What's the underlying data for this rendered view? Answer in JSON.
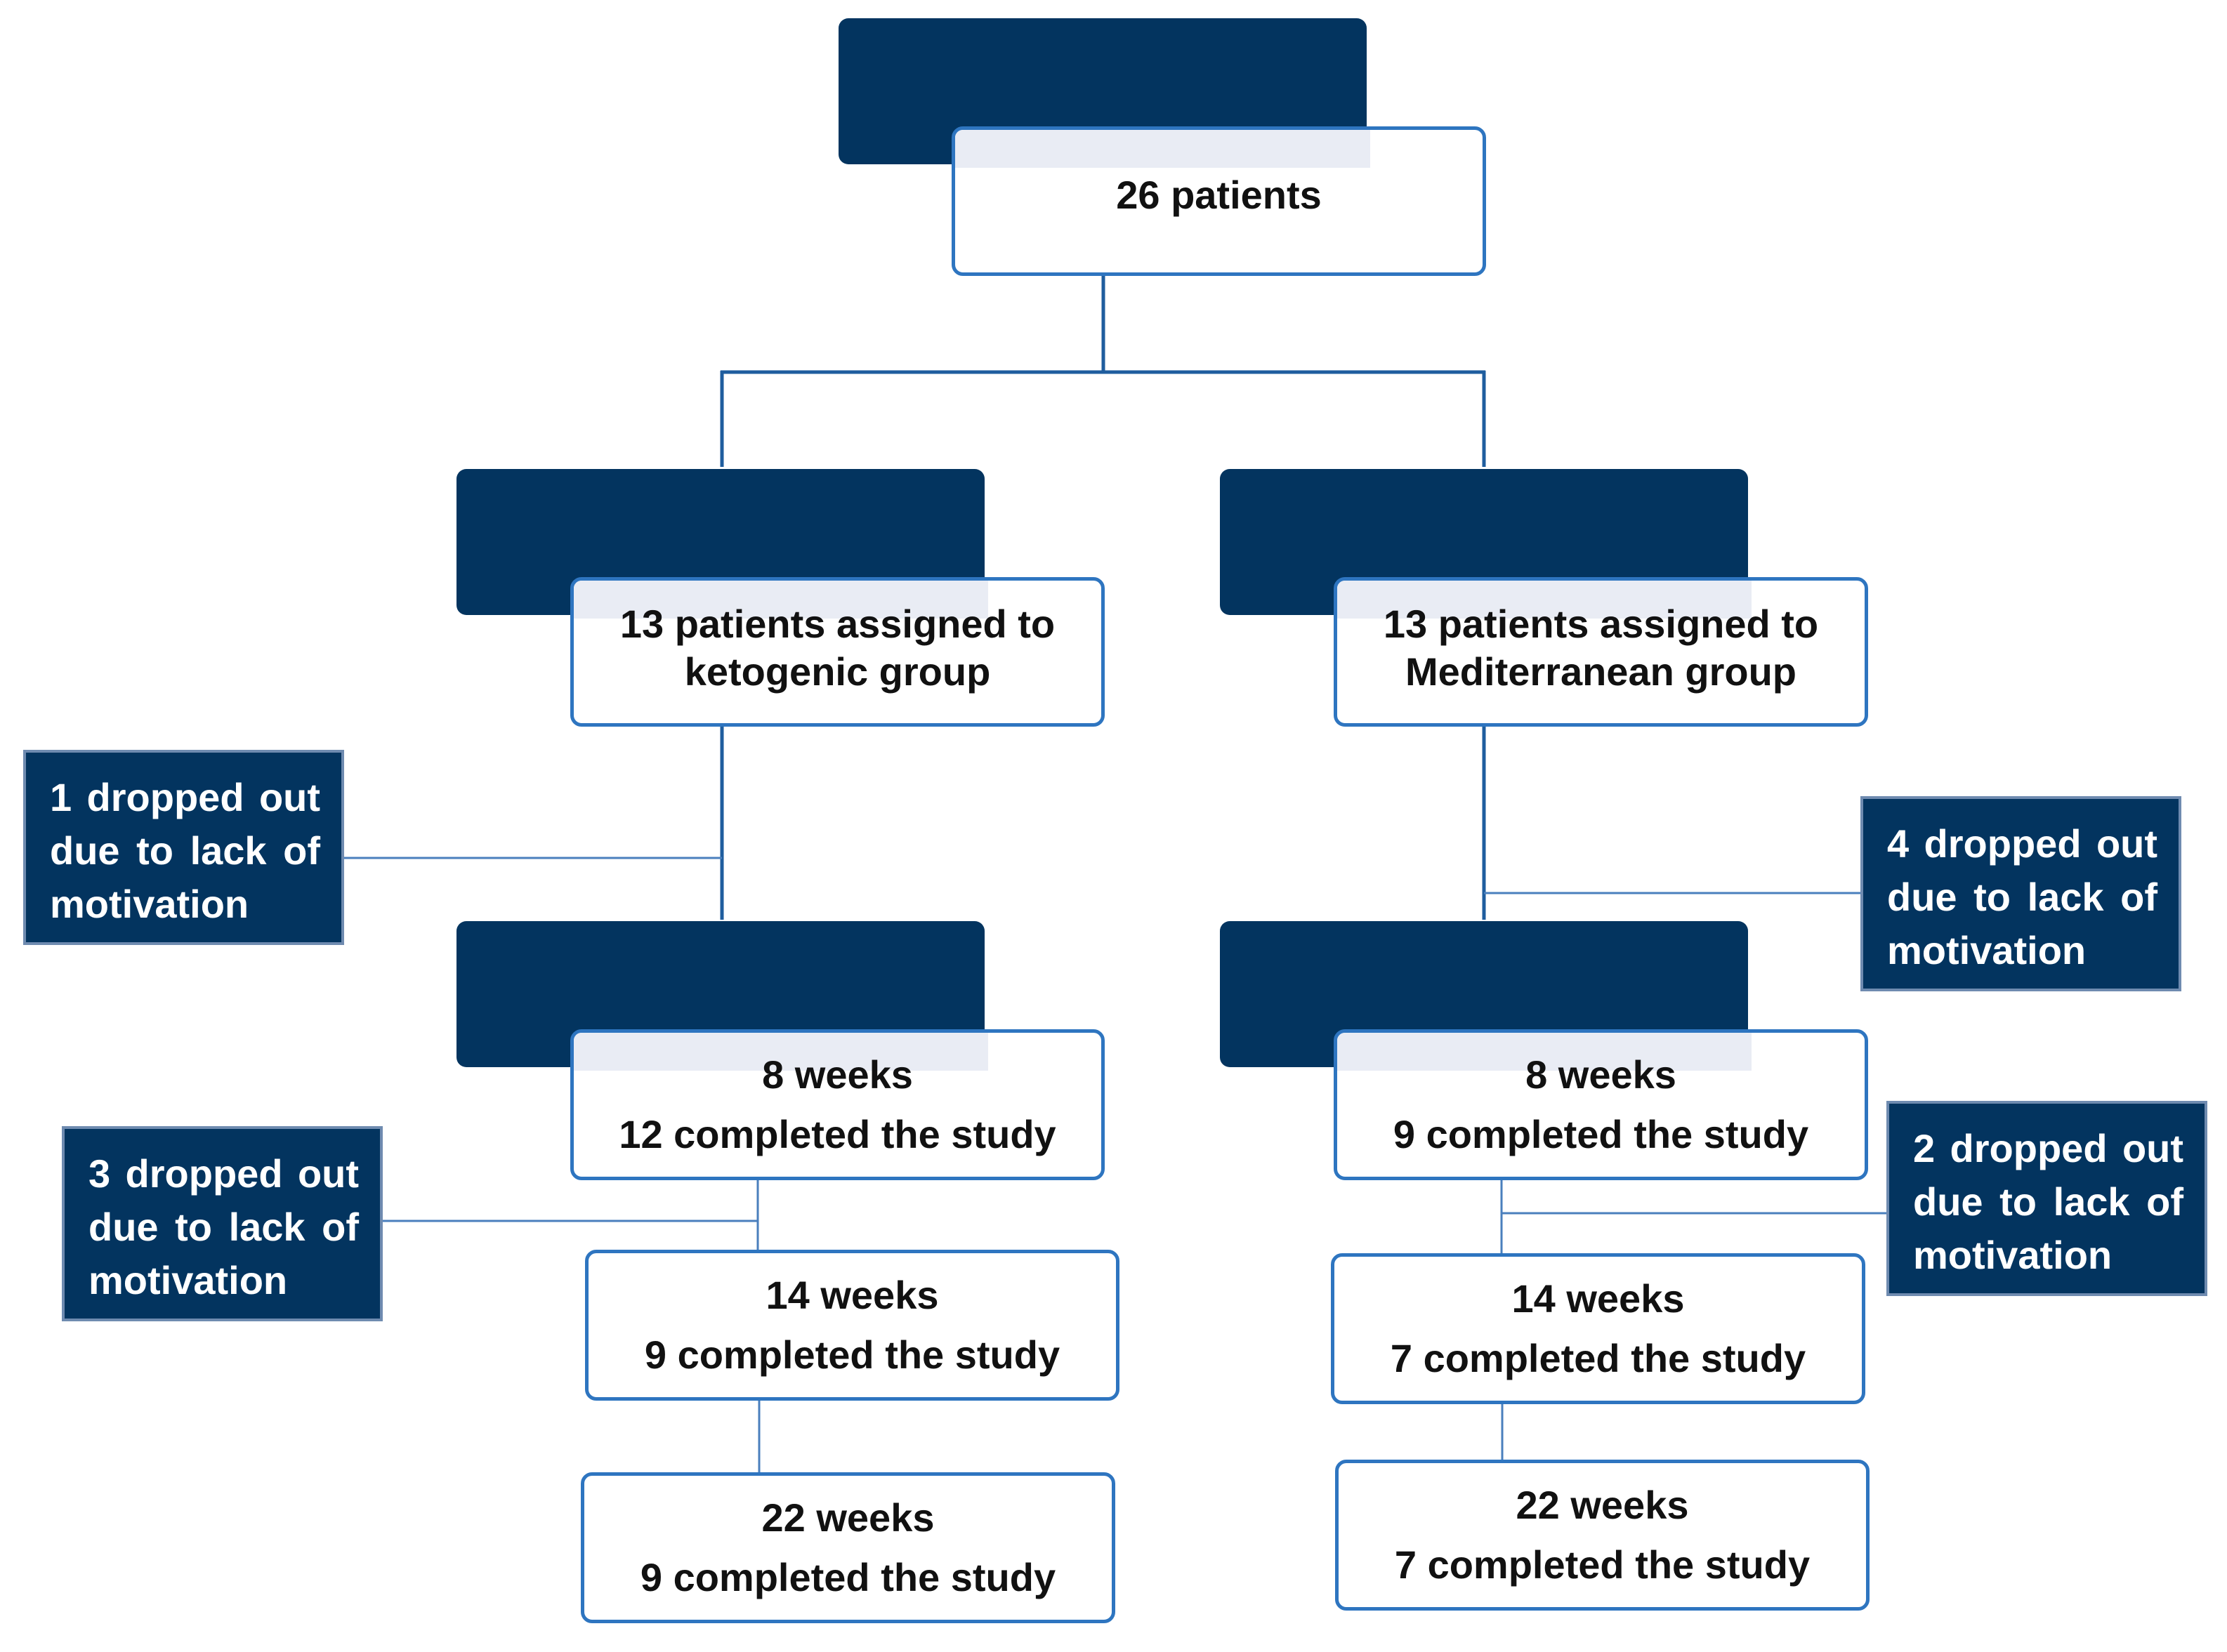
{
  "diagram": {
    "top": {
      "text": "26 patients"
    },
    "keto_group": {
      "line1": "13 patients assigned to",
      "line2": "ketogenic group"
    },
    "med_group": {
      "line1": "13 patients assigned to",
      "line2": "Mediterranean group"
    },
    "keto_8w": {
      "weeks": "8 weeks",
      "completed": "12 completed the study"
    },
    "keto_14w": {
      "weeks": "14 weeks",
      "completed": "9 completed the study"
    },
    "keto_22w": {
      "weeks": "22 weeks",
      "completed": "9 completed the study"
    },
    "med_8w": {
      "weeks": "8 weeks",
      "completed": "9 completed the study"
    },
    "med_14w": {
      "weeks": "14 weeks",
      "completed": "7 completed the study"
    },
    "med_22w": {
      "weeks": "22 weeks",
      "completed": "7 completed the study"
    },
    "dropouts": {
      "keto_first": {
        "line1": "1 dropped out",
        "line2": "due to lack of",
        "line3": "motivation"
      },
      "keto_second": {
        "line1": "3 dropped out",
        "line2": "due to lack of",
        "line3": "motivation"
      },
      "med_first": {
        "line1": "4 dropped out",
        "line2": "due to lack of",
        "line3": "motivation"
      },
      "med_second": {
        "line1": "2 dropped out",
        "line2": "due to lack of",
        "line3": "motivation"
      }
    }
  },
  "colors": {
    "navy": "#03345f",
    "border_blue": "#2e75c0",
    "connector": "#1f5d9e",
    "overlap_tint": "#e9ecf4"
  }
}
